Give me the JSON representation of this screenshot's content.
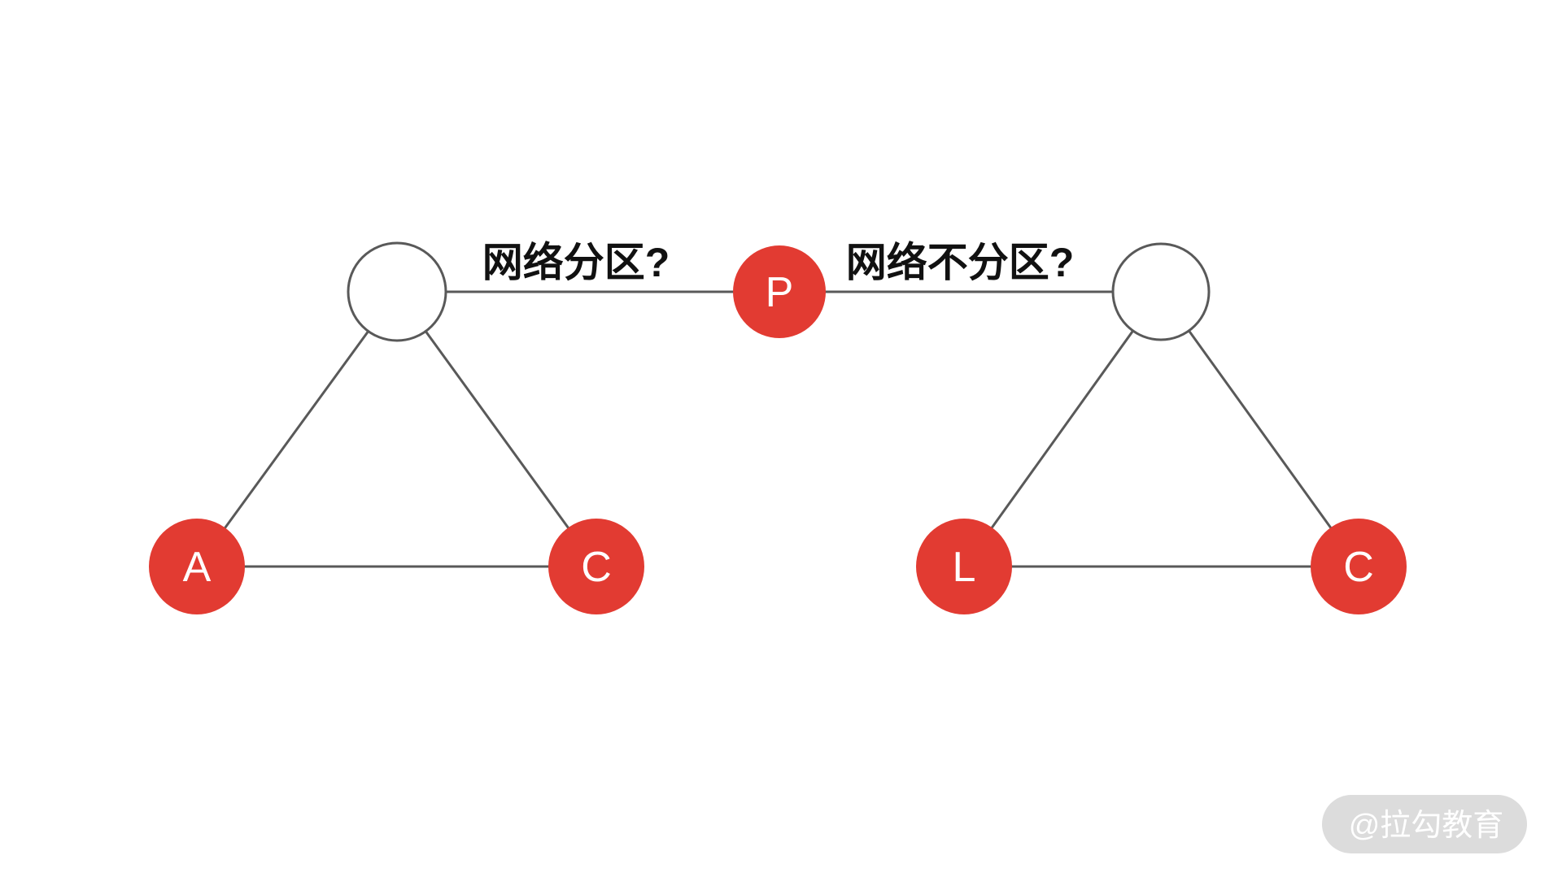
{
  "colors": {
    "node_red": "#e23b32",
    "node_letter_white": "#ffffff",
    "edge_gray": "#595959",
    "label_black": "#111111",
    "watermark_bg": "#dcdcdc",
    "watermark_text_white": "#ffffff",
    "background": "#ffffff"
  },
  "diagram": {
    "left_triangle": {
      "top_node_label": "",
      "bottom_left_node_label": "A",
      "bottom_right_node_label": "C"
    },
    "center_node_label": "P",
    "right_triangle": {
      "top_node_label": "",
      "bottom_left_node_label": "L",
      "bottom_right_node_label": "C"
    },
    "edge_labels": {
      "left_question": "网络分区?",
      "right_question": "网络不分区?"
    }
  },
  "watermark": {
    "text": "@拉勾教育"
  }
}
